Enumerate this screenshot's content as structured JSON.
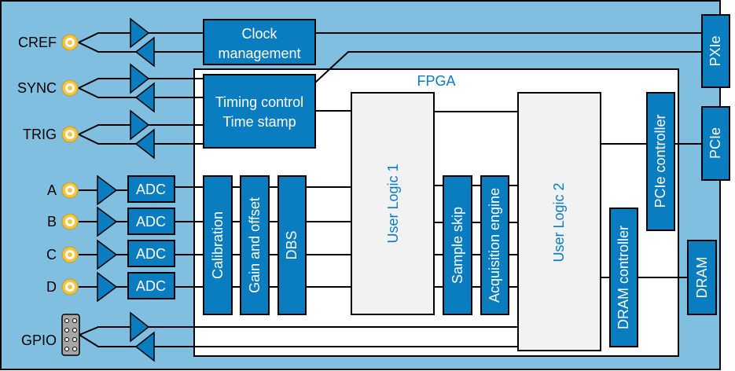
{
  "colors": {
    "board": "#80bfe0",
    "block": "#0a7dc1",
    "fpga": "#ffffff",
    "user_logic": "#f2f2f2",
    "connector": "#f5c542"
  },
  "inputs": {
    "cref": "CREF",
    "sync": "SYNC",
    "trig": "TRIG",
    "a": "A",
    "b": "B",
    "c": "C",
    "d": "D",
    "gpio": "GPIO"
  },
  "blocks": {
    "clock_line1": "Clock",
    "clock_line2": "management",
    "timing_line1": "Timing control",
    "timing_line2": "Time stamp",
    "adc": "ADC",
    "fpga": "FPGA",
    "calibration": "Calibration",
    "gain_offset": "Gain and offset",
    "dbs": "DBS",
    "user_logic_1": "User Logic 1",
    "sample_skip": "Sample skip",
    "acquisition_engine": "Acquisition engine",
    "user_logic_2": "User Logic 2",
    "dram_controller": "DRAM controller",
    "pcie_controller": "PCIe controller",
    "pxie": "PXIe",
    "pcie": "PCIe",
    "dram": "DRAM"
  }
}
